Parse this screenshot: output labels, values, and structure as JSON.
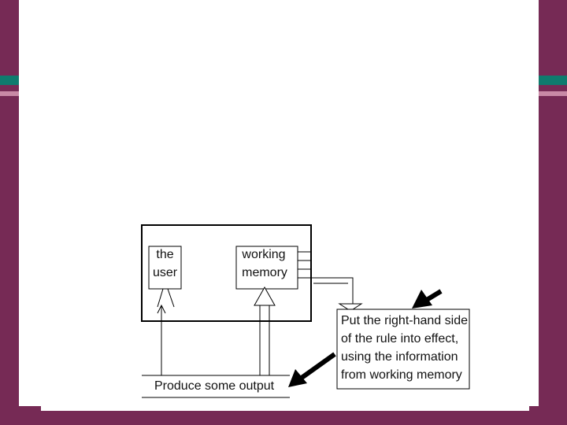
{
  "diagram": {
    "user_box": {
      "line1": "the",
      "line2": "user"
    },
    "memory_box": {
      "line1": "working",
      "line2": "memory"
    },
    "output_bar": {
      "label": "Produce some output"
    },
    "effect_box": {
      "line1": "Put the right-hand side",
      "line2": "of the rule into effect,",
      "line3": "using the information",
      "line4": "from working memory"
    }
  },
  "colors": {
    "background": "#762a55",
    "accent_teal": "#0f7b6e",
    "accent_pink": "#c98aa6",
    "slide": "#ffffff",
    "ink": "#000000"
  }
}
